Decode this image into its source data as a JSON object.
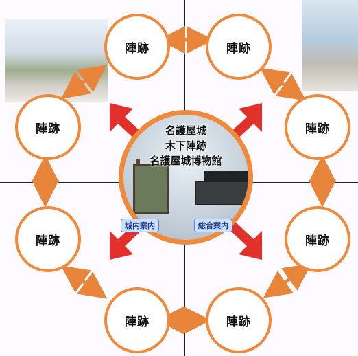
{
  "center": {
    "title_lines": [
      "名護屋城",
      "木下陣跡",
      "名護屋城博物館"
    ],
    "tag_left": "城内案内",
    "tag_right": "総合案内"
  },
  "nodes": [
    {
      "label": "陣跡"
    },
    {
      "label": "陣跡"
    },
    {
      "label": "陣跡"
    },
    {
      "label": "陣跡"
    },
    {
      "label": "陣跡"
    },
    {
      "label": "陣跡"
    },
    {
      "label": "陣跡"
    },
    {
      "label": "陣跡"
    }
  ],
  "colors": {
    "ring": "#f0893a",
    "arrow_orange": "#e9853a",
    "arrow_red": "#e2312a",
    "axis": "#222222",
    "tag_bg": "#cfe0ff",
    "tag_text": "#1a3a8a"
  }
}
